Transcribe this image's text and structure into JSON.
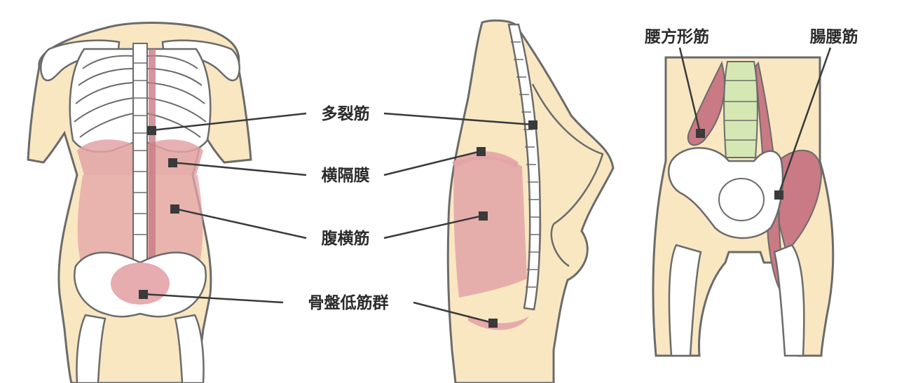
{
  "labels": {
    "multifidus": "多裂筋",
    "diaphragm": "横隔膜",
    "transversus_abdominis": "腹横筋",
    "pelvic_floor": "骨盤低筋群",
    "quadratus_lumborum": "腰方形筋",
    "iliopsoas": "腸腰筋"
  },
  "colors": {
    "skin": "#f9e7c2",
    "outline": "#6b6b6b",
    "muscle": "#e3a3a7",
    "muscle_dark": "#c97a84",
    "bone": "#ffffff",
    "spine_green": "#d5e8b4",
    "leader": "#3a3a3a"
  }
}
